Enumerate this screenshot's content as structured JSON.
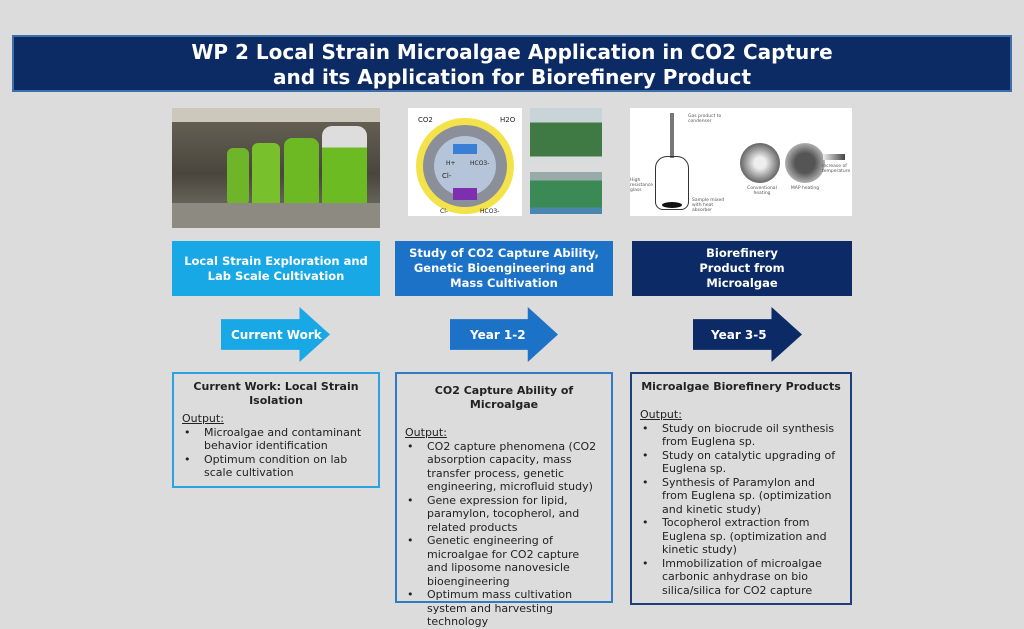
{
  "title": {
    "line1": "WP 2 Local Strain Microalgae Application in CO2 Capture",
    "line2": "and its Application for Biorefinery Product"
  },
  "diagram_labels": {
    "co2": "CO2",
    "h2o": "H2O",
    "h": "H+",
    "hco3": "HCO3-",
    "cl": "Cl-",
    "cl_out": "Cl-",
    "hco3_out": "HCO3-"
  },
  "reactor_labels": {
    "gas": "Gas product to condenser",
    "glass": "High resistance glass",
    "sample": "Sample mixed with heat absorber",
    "conv": "Conventional heating",
    "map": "MAP heating",
    "temp": "Increase of temperature"
  },
  "stages": [
    {
      "label": "Local Strain Exploration and Lab Scale Cultivation",
      "color": "#19a8e6",
      "arrow": "Current Work"
    },
    {
      "label": "Study of CO2  Capture Ability, Genetic Bioengineering and Mass Cultivation",
      "color": "#1b72c6",
      "arrow": "Year 1-2"
    },
    {
      "label": "Biorefinery Product from Microalgae",
      "color": "#0c2a66",
      "arrow": "Year 3-5"
    }
  ],
  "outputs": [
    {
      "title": "Current Work: Local Strain Isolation",
      "label": "Output:",
      "items": [
        "Microalgae and contaminant behavior identification",
        "Optimum condition on lab scale cultivation"
      ]
    },
    {
      "title": "CO2 Capture Ability of Microalgae",
      "label": "Output:",
      "items": [
        "CO2 capture phenomena (CO2 absorption capacity, mass transfer process, genetic engineering, microfluid study)",
        "Gene expression for lipid, paramylon, tocopherol, and related products",
        "Genetic engineering of microalgae for CO2 capture and liposome nanovesicle bioengineering",
        "Optimum mass cultivation system and harvesting technology"
      ]
    },
    {
      "title": "Microalgae Biorefinery Products",
      "label": "Output:",
      "items": [
        "Study on biocrude oil synthesis from Euglena sp.",
        "Study on catalytic upgrading of Euglena sp.",
        "Synthesis of Paramylon and from Euglena sp. (optimization and kinetic study)",
        "Tocopherol extraction from Euglena sp. (optimization and kinetic study)",
        "Immobilization of microalgae carbonic anhydrase on bio silica/silica for CO2 capture"
      ]
    }
  ]
}
